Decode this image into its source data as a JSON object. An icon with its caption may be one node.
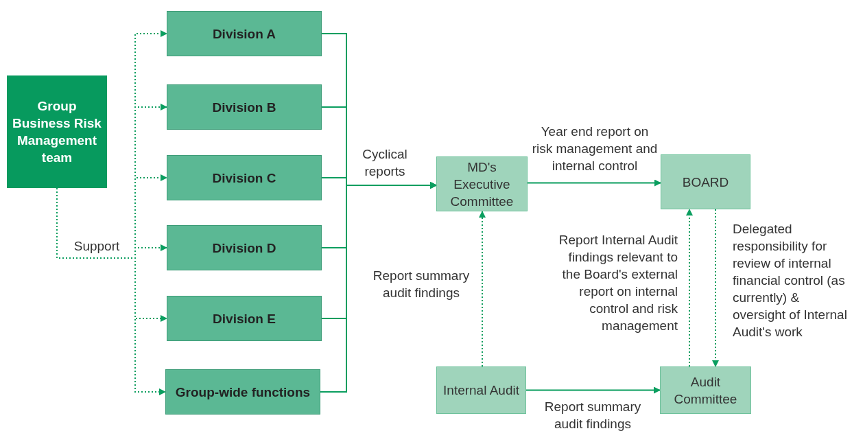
{
  "diagram": {
    "nodes": [
      {
        "text": [
          "Group Business Risk Management team"
        ]
      },
      {
        "text": [
          "Division A"
        ]
      },
      {
        "text": [
          "Division B"
        ]
      },
      {
        "text": [
          "Division C"
        ]
      },
      {
        "text": [
          "Division D"
        ]
      },
      {
        "text": [
          "Division E"
        ]
      },
      {
        "text": [
          "Group-wide functions"
        ]
      },
      {
        "text": [
          "MD's Executive Committee"
        ]
      },
      {
        "text": [
          "BOARD"
        ]
      },
      {
        "text": [
          "Internal Audit"
        ]
      },
      {
        "text": [
          "Audit Committee"
        ]
      }
    ],
    "edges": [
      {
        "from": 0,
        "to": 1,
        "arrow": "to",
        "style": "dashed"
      },
      {
        "from": 0,
        "to": 2,
        "arrow": "to",
        "style": "dashed"
      },
      {
        "from": 0,
        "to": 3,
        "arrow": "to",
        "style": "dashed"
      },
      {
        "from": 0,
        "to": 4,
        "arrow": "to",
        "style": "dashed",
        "label": "Support"
      },
      {
        "from": 0,
        "to": 5,
        "arrow": "to",
        "style": "dashed"
      },
      {
        "from": 0,
        "to": 6,
        "arrow": "to",
        "style": "dashed"
      },
      {
        "from": 1,
        "to": 7,
        "arrow": "to"
      },
      {
        "from": 2,
        "to": 7,
        "arrow": "to"
      },
      {
        "from": 3,
        "to": 7,
        "arrow": "to",
        "label": "Cyclical reports"
      },
      {
        "from": 4,
        "to": 7,
        "arrow": "to"
      },
      {
        "from": 5,
        "to": 7,
        "arrow": "to"
      },
      {
        "from": 6,
        "to": 7,
        "arrow": "to"
      },
      {
        "from": 7,
        "to": 8,
        "arrow": "to",
        "label": "Year end report on risk management and internal control"
      },
      {
        "from": 9,
        "to": 7,
        "arrow": "to",
        "style": "dashed",
        "label": "Report summary audit findings"
      },
      {
        "from": 9,
        "to": 10,
        "arrow": "to",
        "label": "Report summary audit findings"
      },
      {
        "from": 10,
        "to": 8,
        "arrow": "to",
        "style": "dashed",
        "label": "Report Internal Audit findings relevant to the Board's external report on internal control and risk management"
      },
      {
        "from": 8,
        "to": 10,
        "arrow": "to",
        "style": "dashed",
        "label": "Delegated responsibility for review of internal financial control (as currently) & oversight of Internal Audit's work"
      }
    ]
  }
}
